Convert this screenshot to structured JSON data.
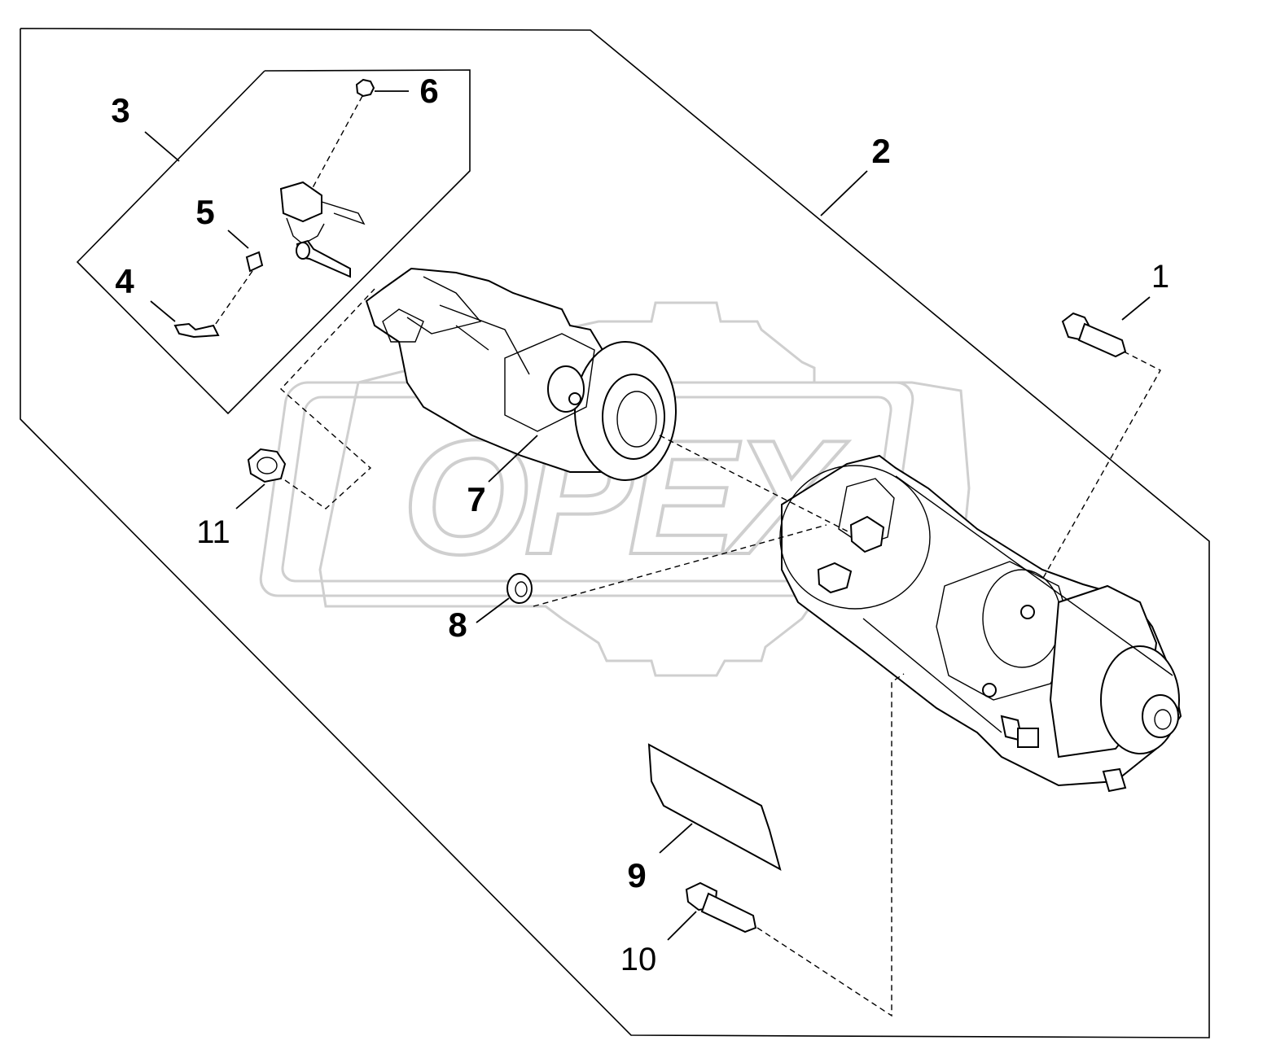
{
  "watermark": {
    "text": "OPEX",
    "color": "#cccccc"
  },
  "callouts": [
    {
      "id": "1",
      "label": "1",
      "style": "plain"
    },
    {
      "id": "2",
      "label": "2",
      "style": "bold"
    },
    {
      "id": "3",
      "label": "3",
      "style": "bold"
    },
    {
      "id": "4",
      "label": "4",
      "style": "bold"
    },
    {
      "id": "5",
      "label": "5",
      "style": "bold"
    },
    {
      "id": "6",
      "label": "6",
      "style": "bold"
    },
    {
      "id": "7",
      "label": "7",
      "style": "bold"
    },
    {
      "id": "8",
      "label": "8",
      "style": "bold"
    },
    {
      "id": "9",
      "label": "9",
      "style": "bold"
    },
    {
      "id": "10",
      "label": "10",
      "style": "plain"
    },
    {
      "id": "11",
      "label": "11",
      "style": "plain"
    }
  ]
}
